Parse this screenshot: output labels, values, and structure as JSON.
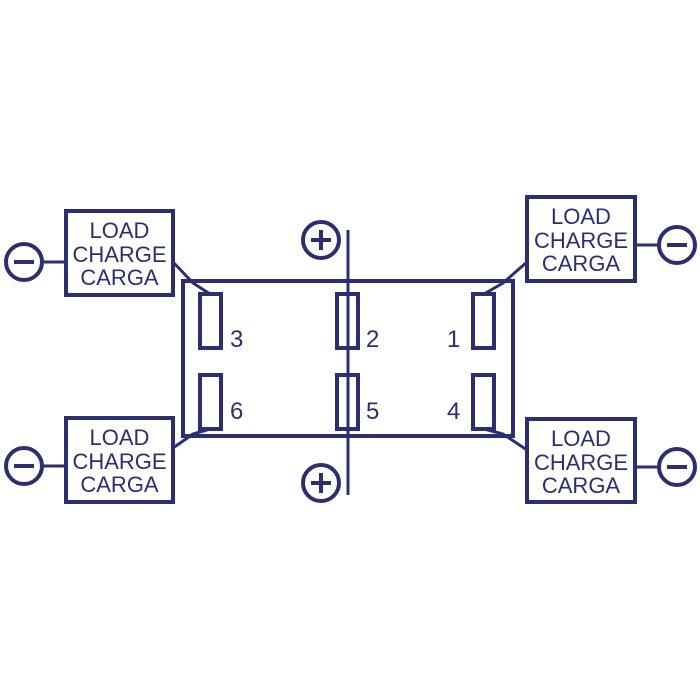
{
  "colors": {
    "line": "#2b2f6e",
    "background": "#ffffff"
  },
  "load_boxes": {
    "top_left": {
      "lines": [
        "LOAD",
        "CHARGE",
        "CARGA"
      ]
    },
    "bottom_left": {
      "lines": [
        "LOAD",
        "CHARGE",
        "CARGA"
      ]
    },
    "top_right": {
      "lines": [
        "LOAD",
        "CHARGE",
        "CARGA"
      ]
    },
    "bottom_right": {
      "lines": [
        "LOAD",
        "CHARGE",
        "CARGA"
      ]
    }
  },
  "pins": {
    "p1": "1",
    "p2": "2",
    "p3": "3",
    "p4": "4",
    "p5": "5",
    "p6": "6"
  },
  "terminals": {
    "positive_symbol": "+",
    "negative_symbol": "−",
    "positive_icon": "plus-circle-icon",
    "negative_icon": "minus-circle-icon"
  }
}
